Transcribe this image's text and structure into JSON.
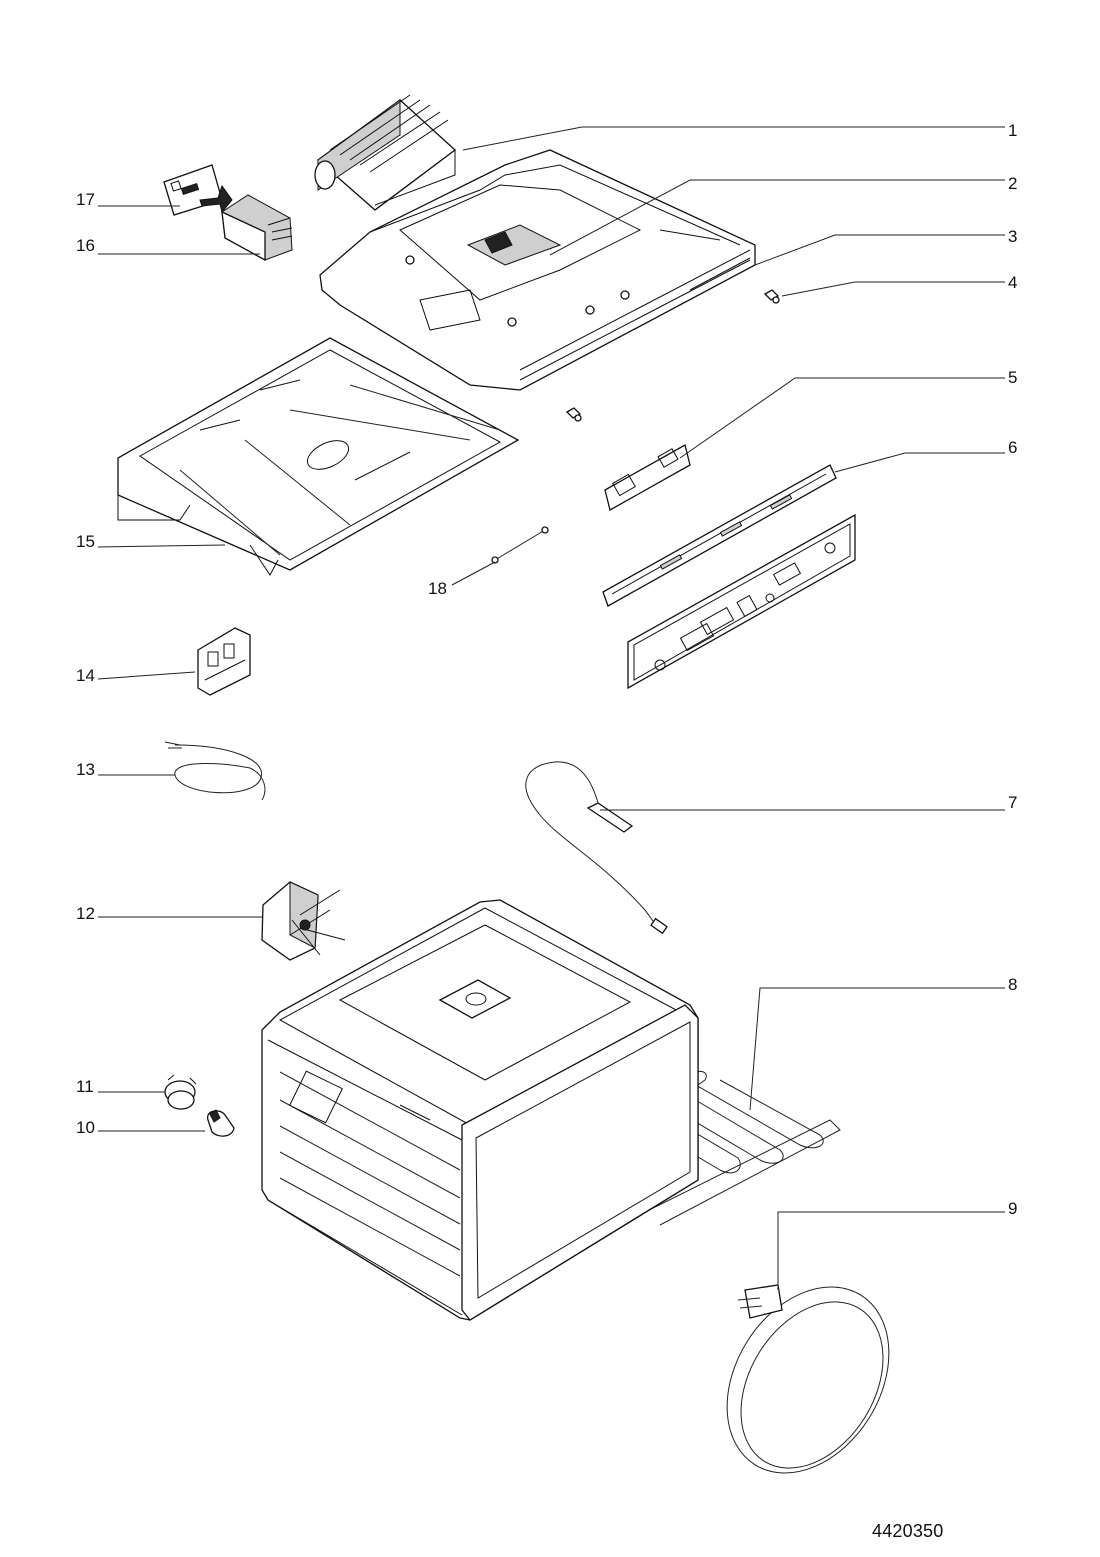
{
  "diagram": {
    "document_number": "4420350",
    "callouts": [
      {
        "id": "callout-1",
        "label": "1"
      },
      {
        "id": "callout-2",
        "label": "2"
      },
      {
        "id": "callout-3",
        "label": "3"
      },
      {
        "id": "callout-4",
        "label": "4"
      },
      {
        "id": "callout-5",
        "label": "5"
      },
      {
        "id": "callout-6",
        "label": "6"
      },
      {
        "id": "callout-7",
        "label": "7"
      },
      {
        "id": "callout-8",
        "label": "8"
      },
      {
        "id": "callout-9",
        "label": "9"
      },
      {
        "id": "callout-10",
        "label": "10"
      },
      {
        "id": "callout-11",
        "label": "11"
      },
      {
        "id": "callout-12",
        "label": "12"
      },
      {
        "id": "callout-13",
        "label": "13"
      },
      {
        "id": "callout-14",
        "label": "14"
      },
      {
        "id": "callout-15",
        "label": "15"
      },
      {
        "id": "callout-16",
        "label": "16"
      },
      {
        "id": "callout-17",
        "label": "17"
      },
      {
        "id": "callout-18",
        "label": "18"
      }
    ]
  }
}
